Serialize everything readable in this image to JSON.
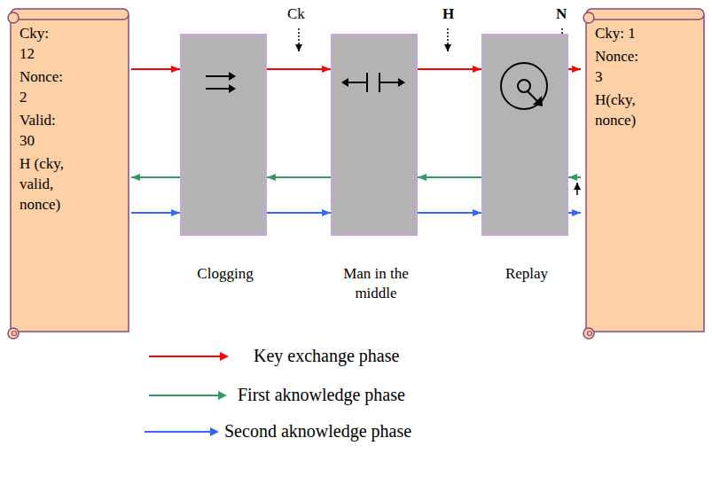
{
  "diagram": {
    "nodes": [
      {
        "text": [
          "Cky: 12",
          "Nonce: 2",
          "Valid: 30",
          "H (cky, valid, nonce)"
        ]
      },
      {
        "text": [
          "Clogging"
        ]
      },
      {
        "text": [
          "Man in the middle"
        ]
      },
      {
        "text": [
          "Replay"
        ]
      },
      {
        "text": [
          "Cky: 1",
          "Nonce: 3",
          "H(cky, nonce)"
        ]
      }
    ],
    "edges": [
      {
        "from": 0,
        "to": 1,
        "arrow": "to"
      },
      {
        "from": 1,
        "to": 2,
        "arrow": "to"
      },
      {
        "from": 2,
        "to": 3,
        "arrow": "to"
      },
      {
        "from": 3,
        "to": 4,
        "arrow": "to"
      },
      {
        "from": 4,
        "to": 3,
        "arrow": "to"
      },
      {
        "from": 3,
        "to": 2,
        "arrow": "to"
      },
      {
        "from": 2,
        "to": 1,
        "arrow": "to"
      },
      {
        "from": 1,
        "to": 0,
        "arrow": "to"
      },
      {
        "from": 0,
        "to": 1,
        "arrow": "to"
      },
      {
        "from": 1,
        "to": 2,
        "arrow": "to"
      },
      {
        "from": 2,
        "to": 3,
        "arrow": "to"
      },
      {
        "from": 3,
        "to": 4,
        "arrow": "to"
      }
    ],
    "labels": [
      "Ck",
      "H",
      "N"
    ],
    "legend": [
      {
        "text": "Key exchange phase",
        "color": "#ff0000"
      },
      {
        "text": "First aknowledge phase",
        "color": "#339966"
      },
      {
        "text": "Second aknowledge phase",
        "color": "#3366ff"
      }
    ]
  }
}
